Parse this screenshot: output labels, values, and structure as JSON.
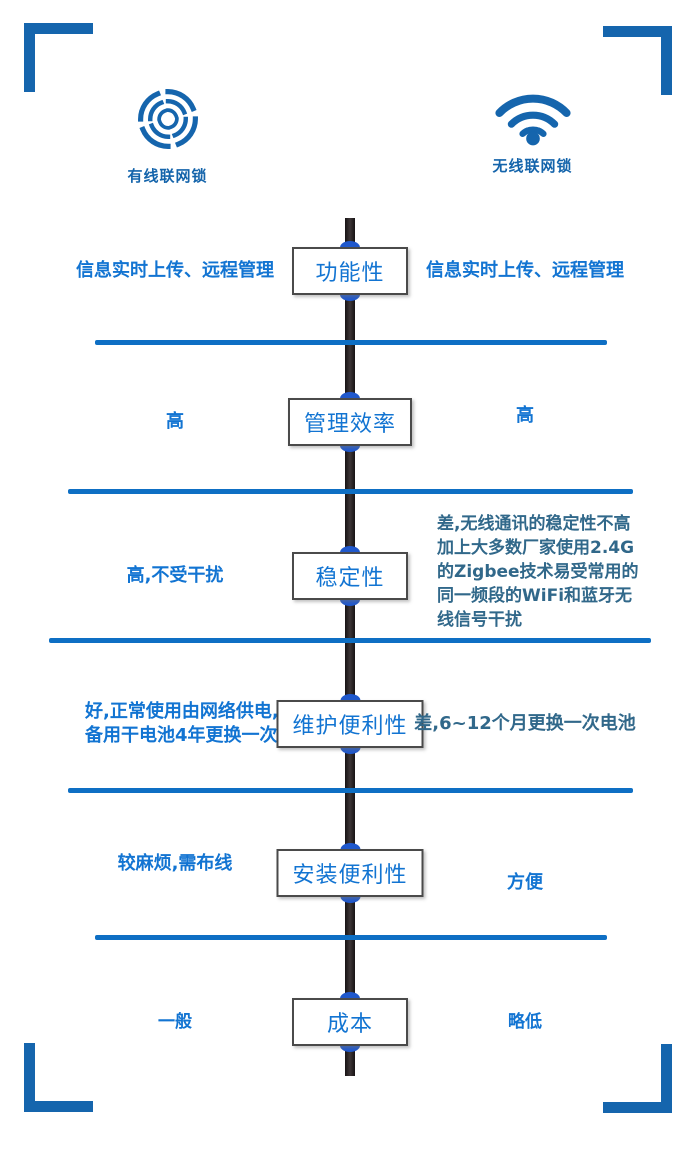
{
  "header": {
    "left": {
      "icon": "knot-logo-icon",
      "label": "有线联网锁"
    },
    "right": {
      "icon": "wifi-icon",
      "label": "无线联网锁"
    }
  },
  "rows": [
    {
      "label": "功能性",
      "left": "信息实时上传、远程管理",
      "right": "信息实时上传、远程管理"
    },
    {
      "label": "管理效率",
      "left": "高",
      "right": "高"
    },
    {
      "label": "稳定性",
      "left": "高,不受干扰",
      "right": "差,无线通讯的稳定性不高\n加上大多数厂家使用2.4G\n的Zigbee技术易受常用的\n同一频段的WiFi和蓝牙无\n线信号干扰"
    },
    {
      "label": "维护便利性",
      "left": "好,正常使用由网络供电,\n备用干电池4年更换一次",
      "right": "差,6~12个月更换一次电池"
    },
    {
      "label": "安装便利性",
      "left": "较麻烦,需布线",
      "right": "方便"
    },
    {
      "label": "成本",
      "left": "一般",
      "right": "略低"
    }
  ],
  "colors": {
    "brand_blue": "#1565ad",
    "bright_text_blue": "#1274d2",
    "steel_text_blue": "#31688a",
    "divider_blue": "#0e6fc4",
    "junction_dot_blue": "#1f58cd",
    "spine_black": "#2b2627",
    "box_border_gray": "#4a4a4a"
  }
}
